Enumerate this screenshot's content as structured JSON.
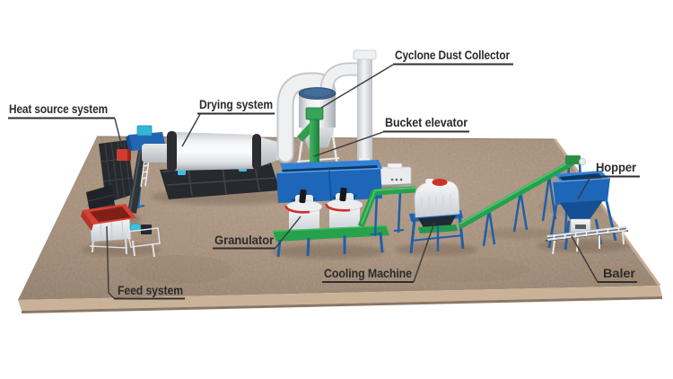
{
  "diagram": {
    "kind": "fertilizer-production-line-3d-overview",
    "background": "#ffffff"
  },
  "labels": {
    "heat_source": {
      "text": "Heat source system"
    },
    "drying": {
      "text": "Drying system"
    },
    "cyclone": {
      "text": "Cyclone Dust Collector"
    },
    "bucket_elevator": {
      "text": "Bucket elevator"
    },
    "hopper": {
      "text": "Hopper"
    },
    "granulator": {
      "text": "Granulator"
    },
    "cooling": {
      "text": "Cooling Machine"
    },
    "feed": {
      "text": "Feed system"
    },
    "baler": {
      "text": "Baler"
    }
  },
  "colors": {
    "label_text": "#2b2b2b",
    "leader_line": "#3a3a3a",
    "machine_blue": "#1e66b8",
    "machine_blue_light": "#3181d6",
    "machine_blue_dark": "#0c3868",
    "conveyor_green": "#25a04b",
    "elevator_green": "#2f9e4e",
    "accent_red": "#d23b2f",
    "accent_cyan": "#3ec0e0",
    "machine_white": "#f2f3f5",
    "dark_steel": "#26292e",
    "cyclone_lid_blue": "#3d618c",
    "ground": "#a68f79",
    "ground_bevel": "#c9b298"
  }
}
